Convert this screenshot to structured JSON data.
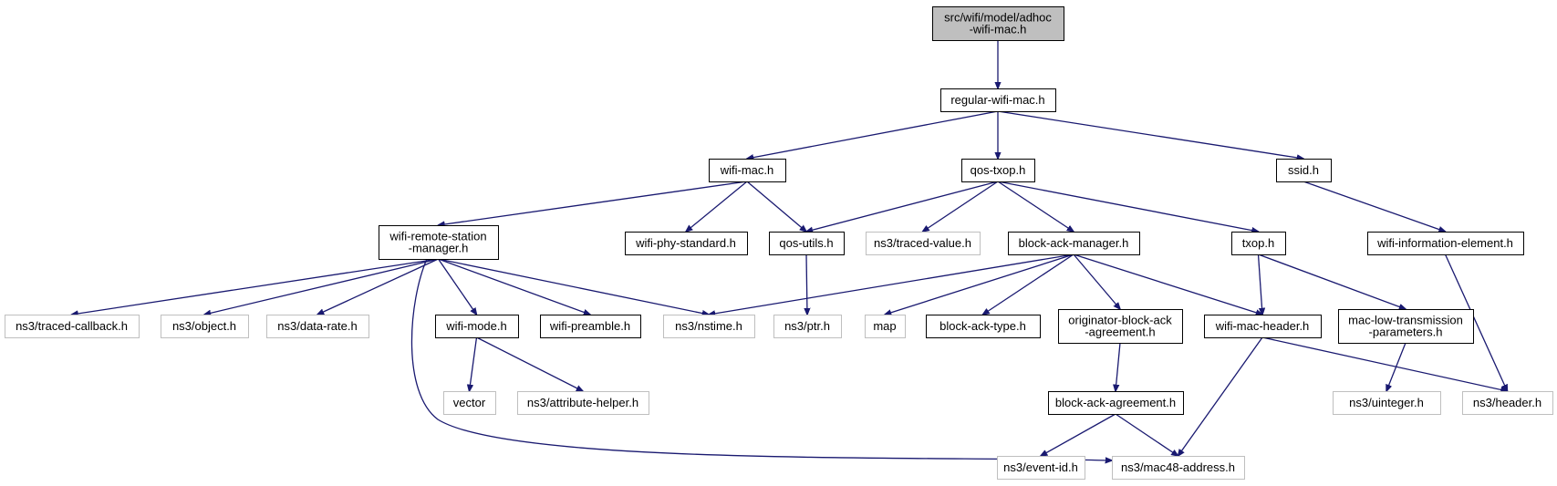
{
  "colors": {
    "edge": "#191970",
    "root_fill": "#bfbfbf",
    "node_border": "#000000",
    "external_border": "#bfbfbf",
    "text": "#000000"
  },
  "nodes": [
    {
      "id": "adhoc",
      "lines": [
        "src/wifi/model/adhoc",
        "-wifi-mac.h"
      ],
      "kind": "root"
    },
    {
      "id": "regular",
      "lines": [
        "regular-wifi-mac.h"
      ],
      "kind": "internal"
    },
    {
      "id": "wifimac",
      "lines": [
        "wifi-mac.h"
      ],
      "kind": "internal"
    },
    {
      "id": "qostxop",
      "lines": [
        "qos-txop.h"
      ],
      "kind": "internal"
    },
    {
      "id": "ssid",
      "lines": [
        "ssid.h"
      ],
      "kind": "internal"
    },
    {
      "id": "wrsm",
      "lines": [
        "wifi-remote-station",
        "-manager.h"
      ],
      "kind": "internal"
    },
    {
      "id": "phystd",
      "lines": [
        "wifi-phy-standard.h"
      ],
      "kind": "internal"
    },
    {
      "id": "qosutils",
      "lines": [
        "qos-utils.h"
      ],
      "kind": "internal"
    },
    {
      "id": "tracedval",
      "lines": [
        "ns3/traced-value.h"
      ],
      "kind": "external"
    },
    {
      "id": "bam",
      "lines": [
        "block-ack-manager.h"
      ],
      "kind": "internal"
    },
    {
      "id": "txop",
      "lines": [
        "txop.h"
      ],
      "kind": "internal"
    },
    {
      "id": "wie",
      "lines": [
        "wifi-information-element.h"
      ],
      "kind": "internal"
    },
    {
      "id": "tracedcb",
      "lines": [
        "ns3/traced-callback.h"
      ],
      "kind": "external"
    },
    {
      "id": "object",
      "lines": [
        "ns3/object.h"
      ],
      "kind": "external"
    },
    {
      "id": "datarate",
      "lines": [
        "ns3/data-rate.h"
      ],
      "kind": "external"
    },
    {
      "id": "wifimode",
      "lines": [
        "wifi-mode.h"
      ],
      "kind": "internal"
    },
    {
      "id": "preamble",
      "lines": [
        "wifi-preamble.h"
      ],
      "kind": "internal"
    },
    {
      "id": "nstime",
      "lines": [
        "ns3/nstime.h"
      ],
      "kind": "external"
    },
    {
      "id": "ptr",
      "lines": [
        "ns3/ptr.h"
      ],
      "kind": "external"
    },
    {
      "id": "map",
      "lines": [
        "map"
      ],
      "kind": "external"
    },
    {
      "id": "batype",
      "lines": [
        "block-ack-type.h"
      ],
      "kind": "internal"
    },
    {
      "id": "oba",
      "lines": [
        "originator-block-ack",
        "-agreement.h"
      ],
      "kind": "internal"
    },
    {
      "id": "wmh",
      "lines": [
        "wifi-mac-header.h"
      ],
      "kind": "internal"
    },
    {
      "id": "mltp",
      "lines": [
        "mac-low-transmission",
        "-parameters.h"
      ],
      "kind": "internal"
    },
    {
      "id": "vector",
      "lines": [
        "vector"
      ],
      "kind": "external"
    },
    {
      "id": "attr",
      "lines": [
        "ns3/attribute-helper.h"
      ],
      "kind": "external"
    },
    {
      "id": "baa",
      "lines": [
        "block-ack-agreement.h"
      ],
      "kind": "internal"
    },
    {
      "id": "uinteger",
      "lines": [
        "ns3/uinteger.h"
      ],
      "kind": "external"
    },
    {
      "id": "header",
      "lines": [
        "ns3/header.h"
      ],
      "kind": "external"
    },
    {
      "id": "eventid",
      "lines": [
        "ns3/event-id.h"
      ],
      "kind": "external"
    },
    {
      "id": "mac48",
      "lines": [
        "ns3/mac48-address.h"
      ],
      "kind": "external"
    }
  ],
  "edges": [
    [
      "adhoc",
      "regular"
    ],
    [
      "regular",
      "wifimac"
    ],
    [
      "regular",
      "qostxop"
    ],
    [
      "regular",
      "ssid"
    ],
    [
      "wifimac",
      "wrsm"
    ],
    [
      "wifimac",
      "phystd"
    ],
    [
      "wifimac",
      "qosutils"
    ],
    [
      "qostxop",
      "qosutils"
    ],
    [
      "qostxop",
      "tracedval"
    ],
    [
      "qostxop",
      "bam"
    ],
    [
      "qostxop",
      "txop"
    ],
    [
      "ssid",
      "wie"
    ],
    [
      "wrsm",
      "tracedcb"
    ],
    [
      "wrsm",
      "object"
    ],
    [
      "wrsm",
      "datarate"
    ],
    [
      "wrsm",
      "wifimode"
    ],
    [
      "wrsm",
      "preamble"
    ],
    [
      "wrsm",
      "nstime"
    ],
    [
      "wrsm",
      "mac48"
    ],
    [
      "qosutils",
      "ptr"
    ],
    [
      "bam",
      "nstime"
    ],
    [
      "bam",
      "map"
    ],
    [
      "bam",
      "batype"
    ],
    [
      "bam",
      "oba"
    ],
    [
      "bam",
      "wmh"
    ],
    [
      "txop",
      "wmh"
    ],
    [
      "txop",
      "mltp"
    ],
    [
      "wie",
      "header"
    ],
    [
      "wifimode",
      "vector"
    ],
    [
      "wifimode",
      "attr"
    ],
    [
      "oba",
      "baa"
    ],
    [
      "wmh",
      "header"
    ],
    [
      "wmh",
      "mac48"
    ],
    [
      "mltp",
      "uinteger"
    ],
    [
      "baa",
      "eventid"
    ],
    [
      "baa",
      "mac48"
    ]
  ]
}
